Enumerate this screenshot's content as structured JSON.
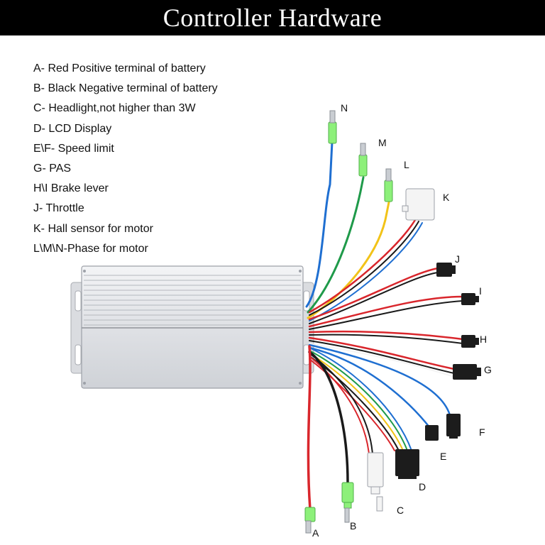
{
  "title": "Controller Hardware",
  "legend": [
    "A- Red Positive terminal of battery",
    "B- Black Negative terminal of battery",
    "C- Headlight,not higher than 3W",
    "D- LCD Display",
    "E\\F- Speed limit",
    "G- PAS",
    "H\\I Brake lever",
    "J- Throttle",
    "K- Hall sensor for motor",
    "L\\M\\N-Phase for motor"
  ],
  "labels": {
    "A": "A",
    "B": "B",
    "C": "C",
    "D": "D",
    "E": "E",
    "F": "F",
    "G": "G",
    "H": "H",
    "I": "I",
    "J": "J",
    "K": "K",
    "L": "L",
    "M": "M",
    "N": "N"
  },
  "colors": {
    "title_bg": "#000000",
    "housing": "#e4e6ea",
    "wire_red": "#d9262c",
    "wire_black": "#1a1a1a",
    "wire_blue": "#1f6fd1",
    "wire_green": "#1f9a4a",
    "wire_yellow": "#f2c318",
    "connector_green": "#8df07a",
    "connector_black": "#1c1c1c",
    "connector_white": "#f4f4f4"
  }
}
